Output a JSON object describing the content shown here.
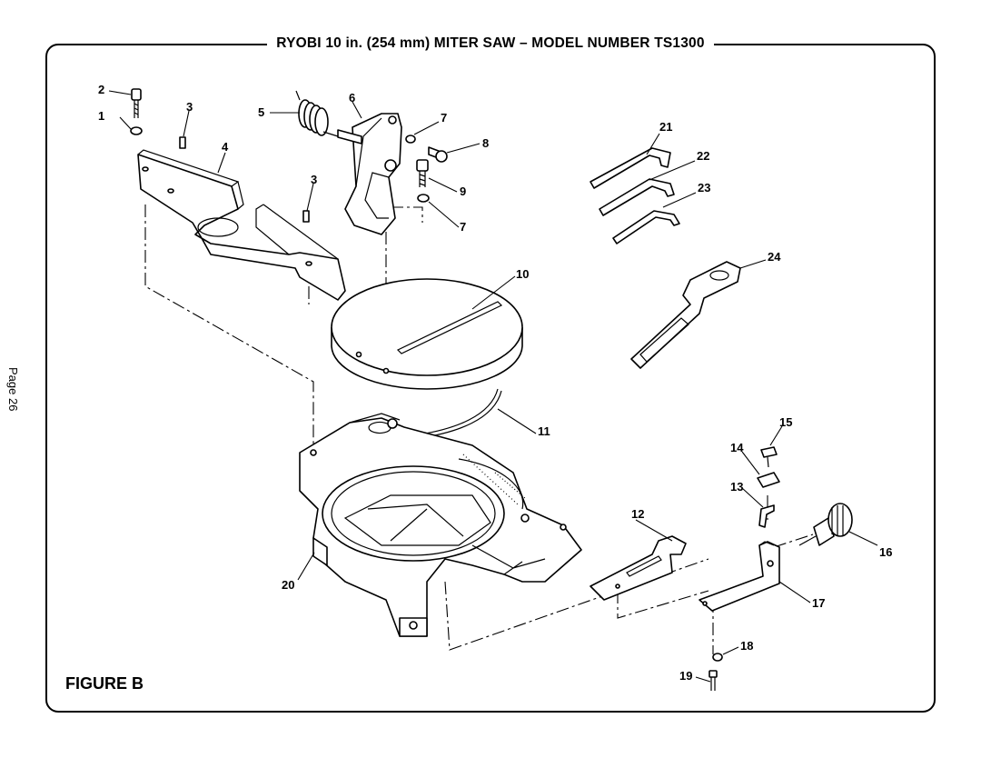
{
  "header": {
    "title": "RYOBI 10 in. (254 mm) MITER SAW – MODEL NUMBER TS1300"
  },
  "figure_label": "FIGURE B",
  "page_label": "Page 26",
  "callouts": {
    "c1": "1",
    "c2": "2",
    "c3a": "3",
    "c3b": "3",
    "c4": "4",
    "c5": "5",
    "c6": "6",
    "c7a": "7",
    "c7b": "7",
    "c8": "8",
    "c9": "9",
    "c10": "10",
    "c11": "11",
    "c12": "12",
    "c13": "13",
    "c14": "14",
    "c15": "15",
    "c16": "16",
    "c17": "17",
    "c18": "18",
    "c19": "19",
    "c20": "20",
    "c21": "21",
    "c22": "22",
    "c23": "23",
    "c24": "24"
  }
}
